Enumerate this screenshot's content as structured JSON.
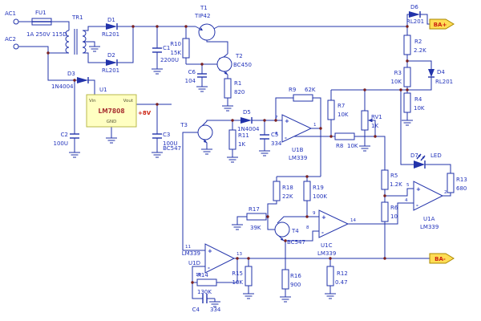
{
  "sym": {
    "plus": "+",
    "minus": "-"
  },
  "power": {
    "v8": "+8V",
    "bat_pos": "BA+",
    "bat_neg": "BA-"
  },
  "parts": {
    "ac1": {
      "ref": "AC1"
    },
    "ac2": {
      "ref": "AC2"
    },
    "fu1": {
      "ref": "FU1",
      "val": "1A 250V 115D"
    },
    "tr1": {
      "ref": "TR1"
    },
    "d1": {
      "ref": "D1",
      "val": "RL201"
    },
    "d2": {
      "ref": "D2",
      "val": "RL201"
    },
    "d3": {
      "ref": "D3",
      "val": "1N4004"
    },
    "d4": {
      "ref": "D4",
      "val": "RL201"
    },
    "d5": {
      "ref": "D5",
      "val": "1N4004"
    },
    "d6": {
      "ref": "D6",
      "val": "RL201"
    },
    "d7": {
      "ref": "D7",
      "val": "LED"
    },
    "u1": {
      "ref": "U1",
      "val": "LM7808",
      "vin": "Vin",
      "gnd": "GND",
      "vout": "Vout"
    },
    "u1a": {
      "ref": "U1A",
      "val": "LM339",
      "pp": "5",
      "pm": "4",
      "po": "2"
    },
    "u1b": {
      "ref": "U1B",
      "val": "LM339",
      "pp": "7",
      "pm": "6",
      "po": "1"
    },
    "u1c": {
      "ref": "U1C",
      "val": "LM339",
      "pp": "9",
      "pm": "8",
      "po": "14"
    },
    "u1d": {
      "ref": "U1D",
      "val": "LM339",
      "pp": "11",
      "pm": "10",
      "po": "13"
    },
    "t1": {
      "ref": "T1",
      "val": "TIP42"
    },
    "t2": {
      "ref": "T2",
      "val": "BC450"
    },
    "t3": {
      "ref": "T3",
      "val": "BC547"
    },
    "t4": {
      "ref": "T4",
      "val": "BC547"
    },
    "c1": {
      "ref": "C1",
      "val": "2200U"
    },
    "c2": {
      "ref": "C2",
      "val": "100U"
    },
    "c3": {
      "ref": "C3",
      "val": "100U"
    },
    "c4": {
      "ref": "C4",
      "val": "334"
    },
    "c5": {
      "ref": "C5",
      "val": "334"
    },
    "c6": {
      "ref": "C6",
      "val": "104"
    },
    "r1": {
      "ref": "R1",
      "val": "820"
    },
    "r2": {
      "ref": "R2",
      "val": "2.2K"
    },
    "r3": {
      "ref": "R3",
      "val": "10K"
    },
    "r4": {
      "ref": "R4",
      "val": "10K"
    },
    "r5": {
      "ref": "R5",
      "val": "1.2K"
    },
    "r6": {
      "ref": "R6",
      "val": "10"
    },
    "r7": {
      "ref": "R7",
      "val": "10K"
    },
    "r8": {
      "ref": "R8",
      "val": "10K"
    },
    "r9": {
      "ref": "R9",
      "val": "62K"
    },
    "r10": {
      "ref": "R10",
      "val": "15K"
    },
    "r11": {
      "ref": "R11",
      "val": "1K"
    },
    "r12": {
      "ref": "R12",
      "val": "0.47"
    },
    "r13": {
      "ref": "R13",
      "val": "680"
    },
    "r14": {
      "ref": "R14",
      "val": "130K"
    },
    "r15": {
      "ref": "R15",
      "val": "10K"
    },
    "r16": {
      "ref": "R16",
      "val": "900"
    },
    "r17": {
      "ref": "R17",
      "val": "39K"
    },
    "r18": {
      "ref": "R18",
      "val": "22K"
    },
    "r19": {
      "ref": "R19",
      "val": "100K"
    },
    "rv1": {
      "ref": "RV1",
      "val": "1K"
    }
  }
}
